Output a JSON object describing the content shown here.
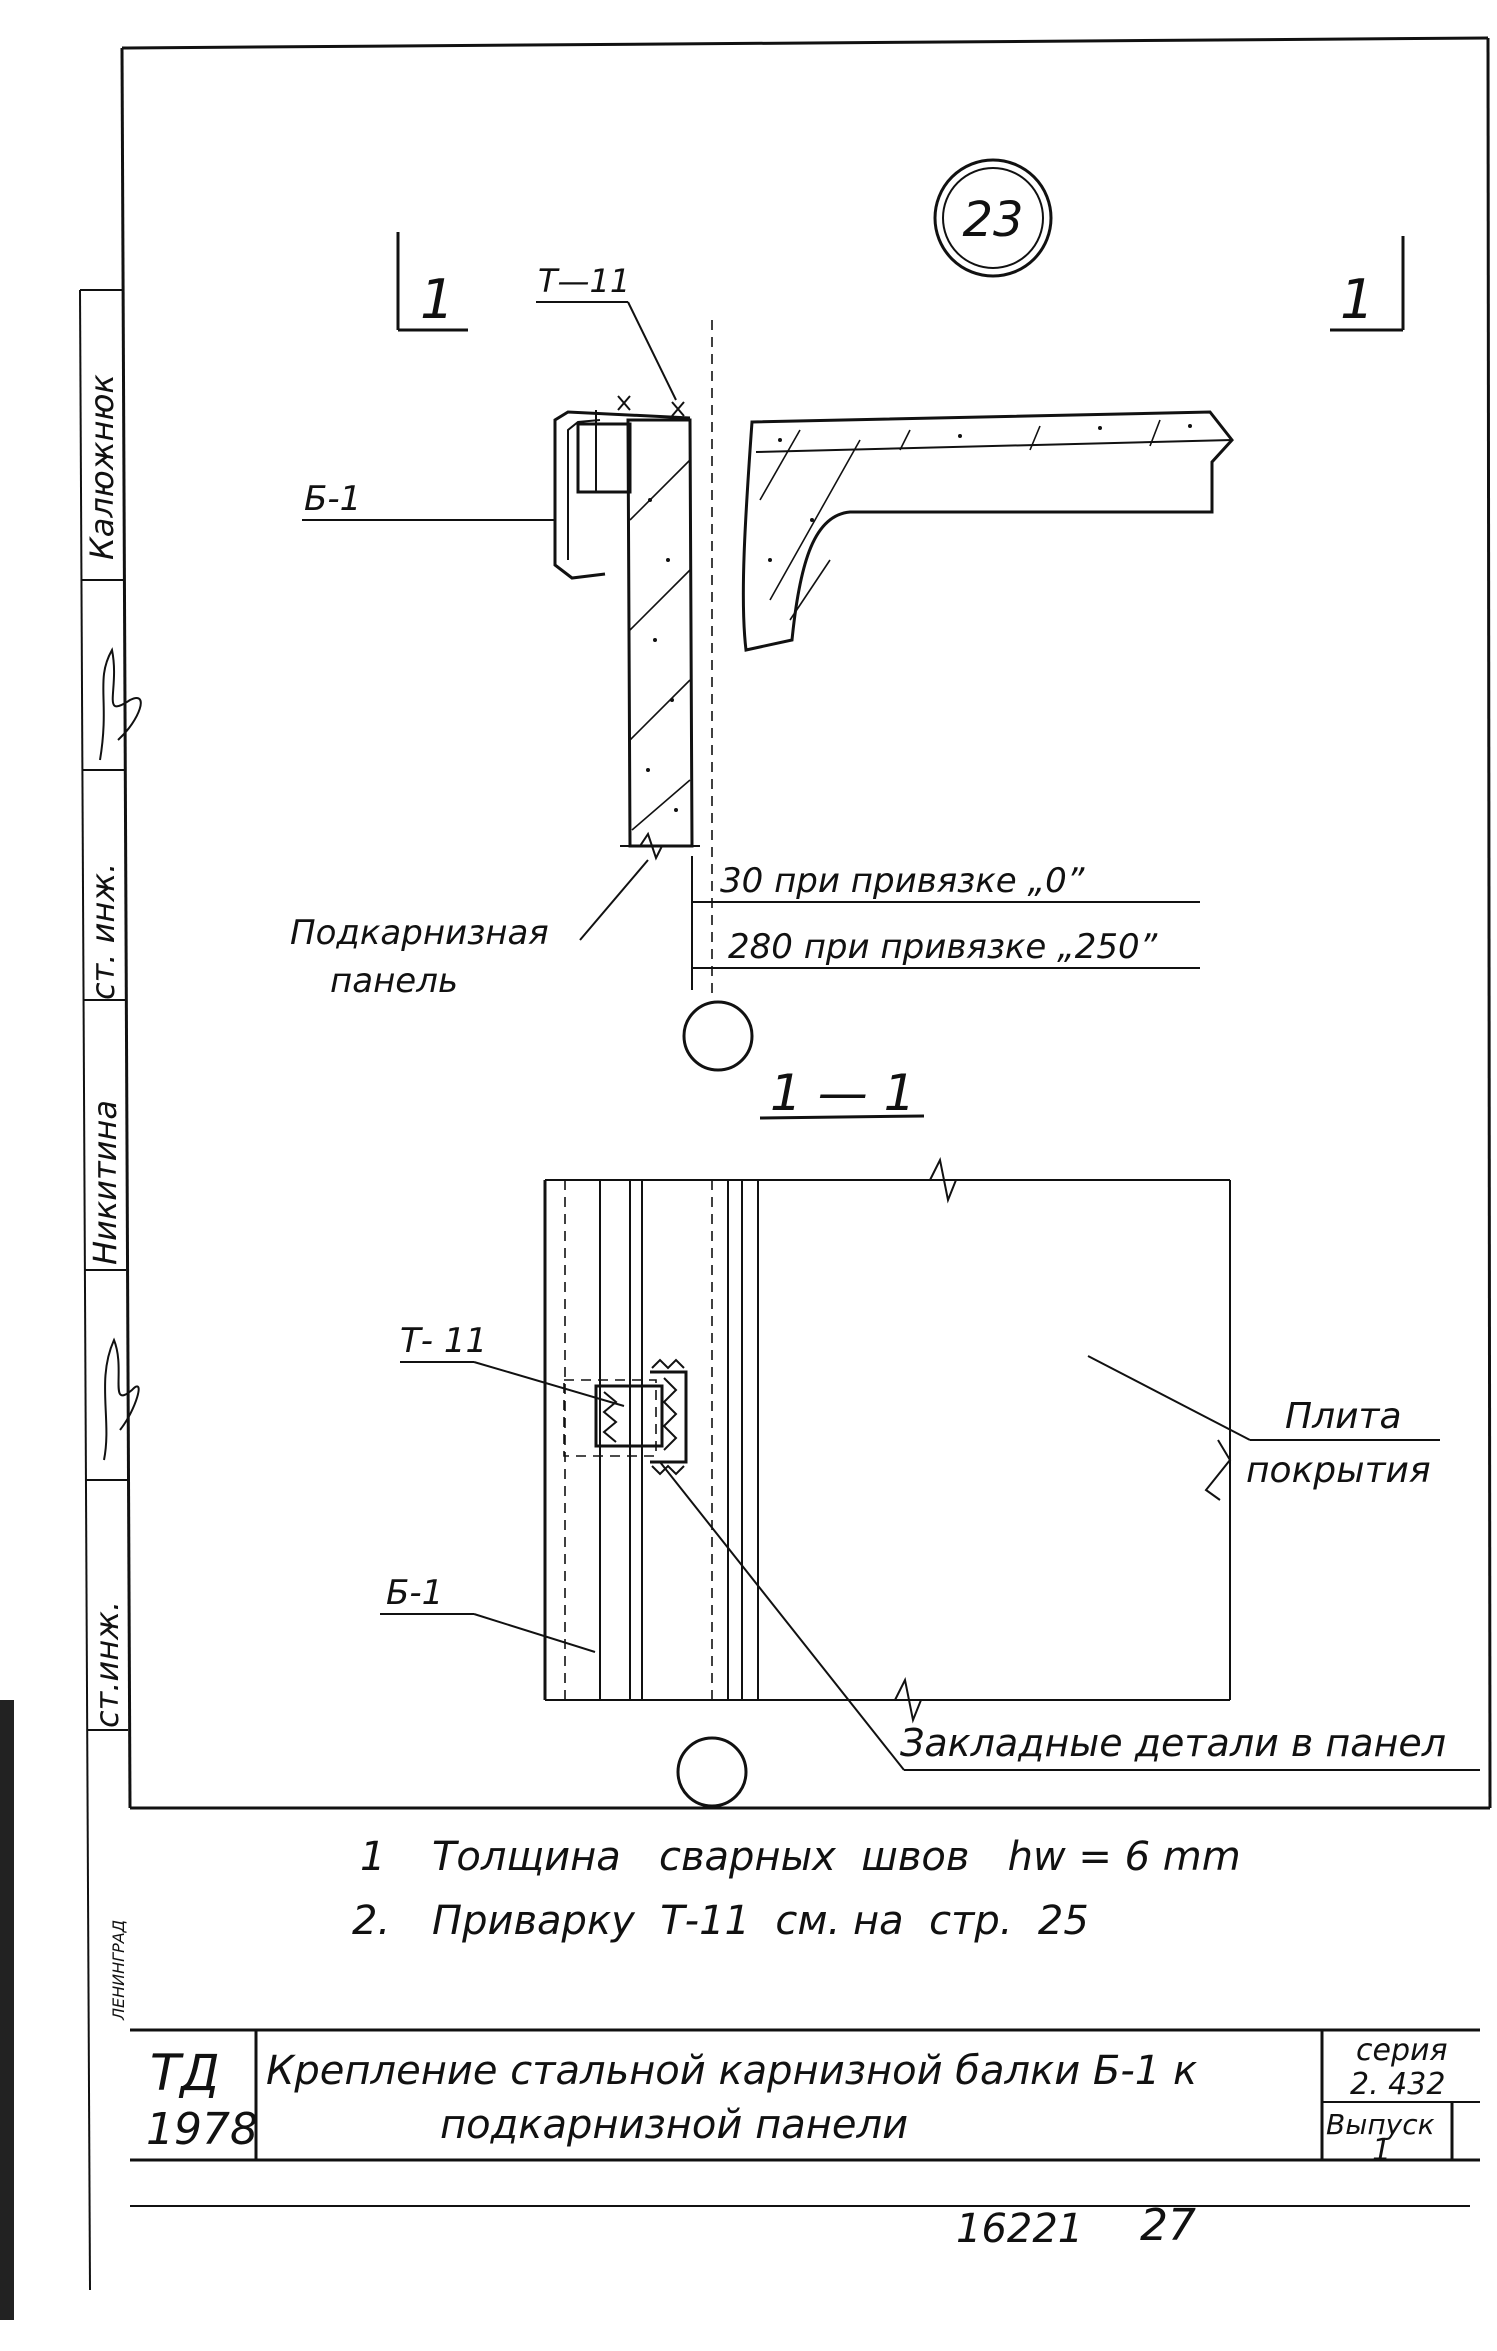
{
  "detail_number": "23",
  "section_mark": "1",
  "section_title": "1 — 1",
  "labels": {
    "t11_top": "Т—11",
    "b1_top": "Б-1",
    "panel_line1": "Подкарнизная",
    "panel_line2": "панель",
    "dim_30": "30 при привязке „0”",
    "dim_280": "280 при привязке „250”",
    "t11_bottom": "Т- 11",
    "b1_bottom": "Б-1",
    "slab_line1": "Плита",
    "slab_line2": "покрытия",
    "embedded": "Закладные детали в панел"
  },
  "notes": [
    {
      "num": "1",
      "text": "Толщина   сварных  швов   hw = 6 mm"
    },
    {
      "num": "2.",
      "text": "Приварку  Т-11  см. на  стр.  25"
    }
  ],
  "side_stamp": {
    "name1": "Калюжнюк",
    "role1": "ст. инж.",
    "name2": "Никитина",
    "role2": "ст.инж.",
    "city": "ЛЕНИНГРАД"
  },
  "title_block": {
    "org": "ТД",
    "year": "1978",
    "title_line1": "Крепление стальной карнизной балки Б-1 к",
    "title_line2": "подкарнизной  панели",
    "series_label": "серия",
    "series_value": "2. 432",
    "issue_label": "Выпуск",
    "issue_value": "1"
  },
  "footer": {
    "doc_number": "16221",
    "page": "27"
  }
}
